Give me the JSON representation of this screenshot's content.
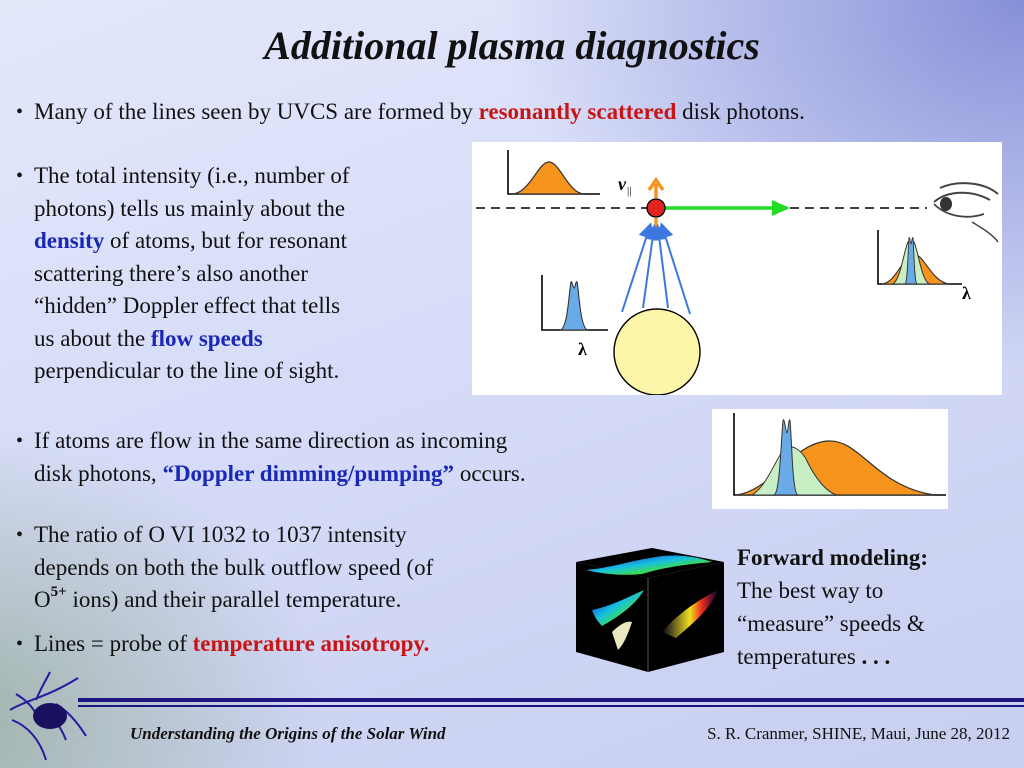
{
  "title": "Additional plasma diagnostics",
  "bullet1": {
    "pre": "Many of the lines seen by UVCS are formed by ",
    "em": "resonantly scattered",
    "post": " disk photons."
  },
  "bullet2": {
    "l1": "The total intensity (i.e., number of",
    "l2": "photons) tells us mainly about the",
    "l3_em": "density",
    "l3_post": " of atoms, but for resonant",
    "l4": "scattering there’s also another",
    "l5": "“hidden” Doppler effect that tells",
    "l6_pre": "us about the ",
    "l6_em": "flow speeds",
    "l7": "perpendicular to the line of sight."
  },
  "bullet3": {
    "l1": "If atoms are flow in the same direction as incoming",
    "l2_pre": "disk photons, ",
    "l2_em": "“Doppler dimming/pumping”",
    "l2_post": " occurs."
  },
  "bullet4": {
    "l1": "The ratio of  O VI 1032 to 1037 intensity",
    "l2": "depends on both the bulk outflow speed (of",
    "l3_pre": "O",
    "l3_sup": "5+",
    "l3_post": " ions) and their parallel temperature."
  },
  "bullet5": {
    "pre": "Lines = probe of ",
    "em": "temperature anisotropy."
  },
  "forward_modeling": {
    "heading": "Forward modeling:",
    "l1": "The best way to",
    "l2": "“measure” speeds &",
    "l3": "temperatures",
    "ellipsis": " . . ."
  },
  "diagram": {
    "v_label": "v",
    "v_sub": "||",
    "lambda_left": "λ",
    "lambda_right": "λ"
  },
  "footer": {
    "left": "Understanding the Origins of the Solar Wind",
    "right": "S. R. Cranmer, SHINE, Maui, June 28, 2012"
  },
  "colors": {
    "orange_profile": "#f7941d",
    "blue_profile": "#6aaae6",
    "green_profile": "#c8efc4",
    "accent_red": "#c81414",
    "accent_blue": "#1a28b8",
    "footer_navy": "#1f1580",
    "sun_yellow": "#fdf6a8",
    "arrow_green": "#22dd22"
  }
}
